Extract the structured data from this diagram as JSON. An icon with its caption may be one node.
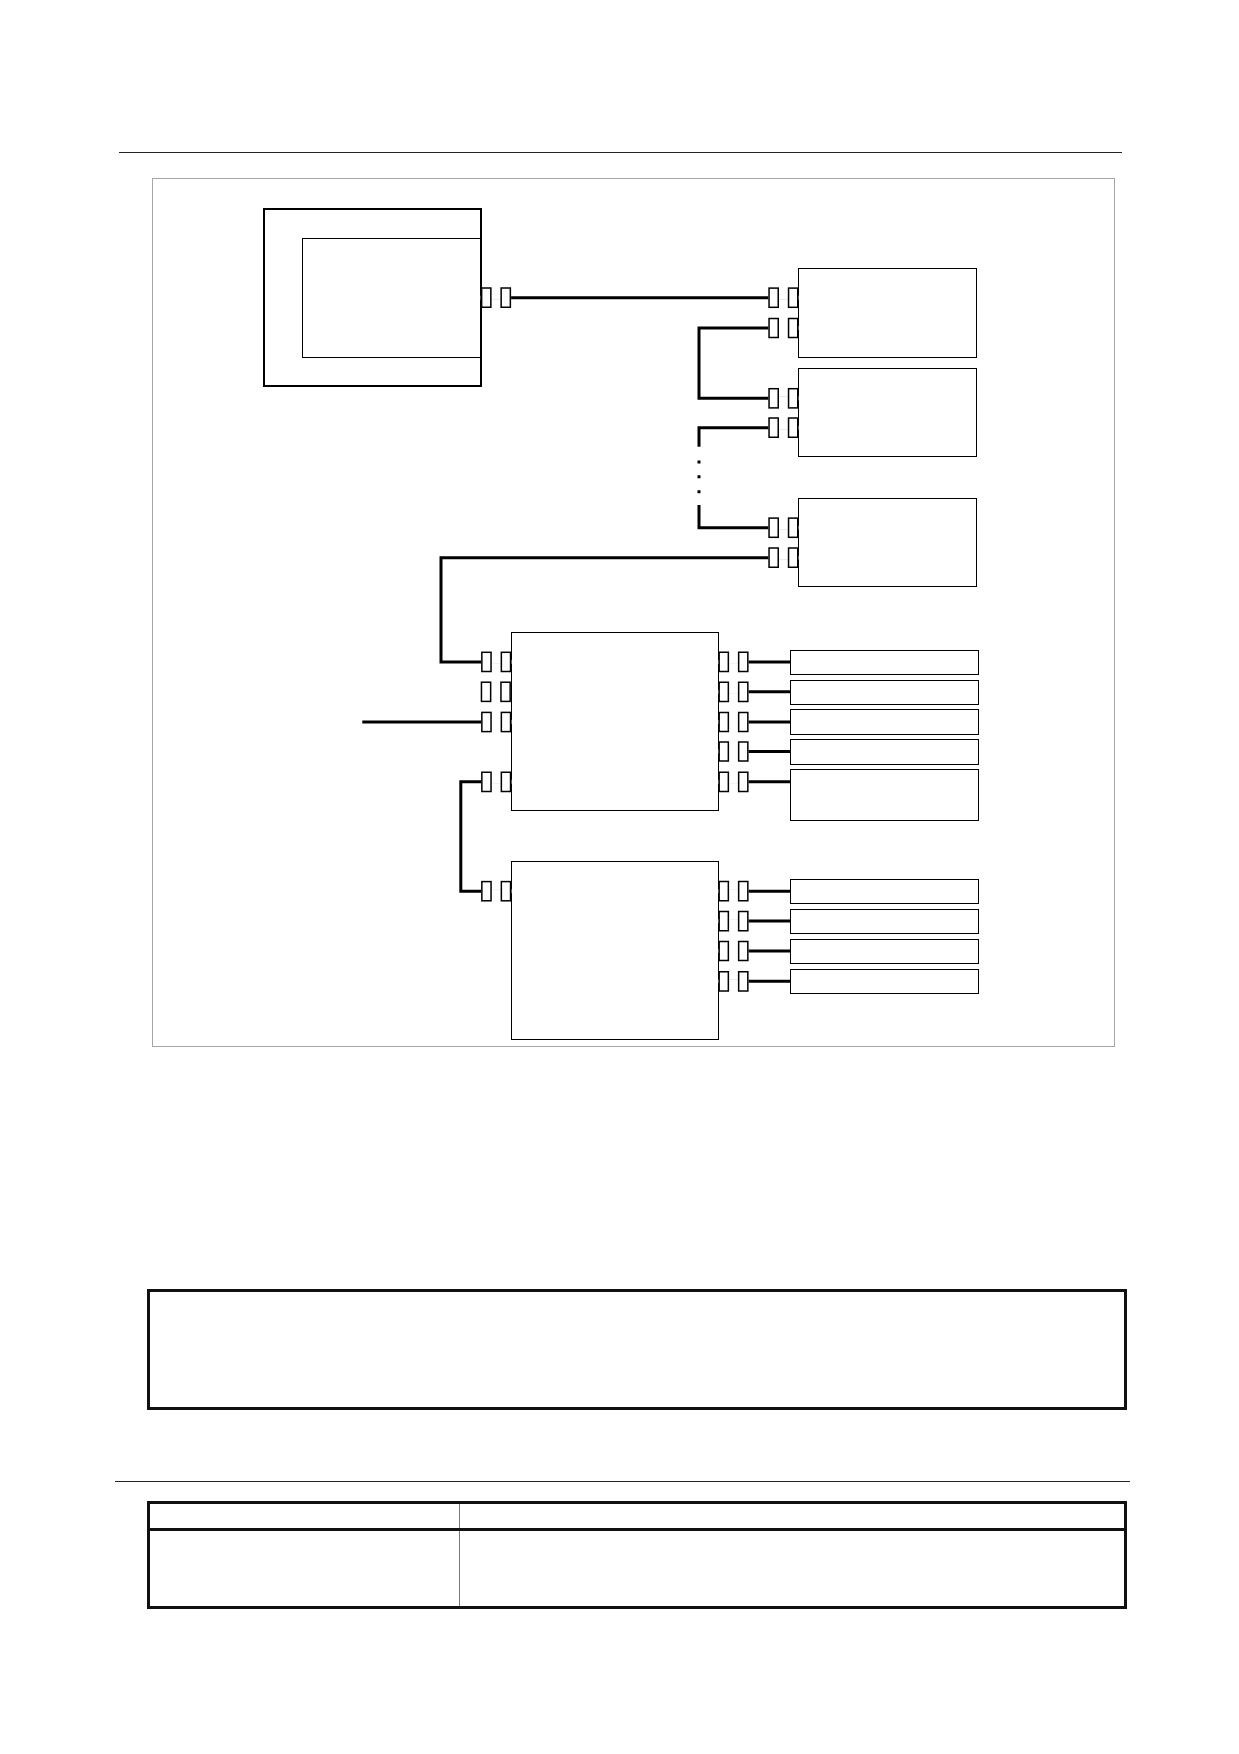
{
  "diagram": {
    "nodes": [
      {
        "text": [],
        "shape": "box"
      },
      {
        "text": [],
        "shape": "box",
        "in": 0
      },
      {
        "text": [],
        "shape": "box"
      },
      {
        "text": [],
        "shape": "box"
      },
      {
        "text": [],
        "shape": "box"
      },
      {
        "text": [],
        "shape": "box"
      },
      {
        "text": [],
        "shape": "box"
      },
      {
        "text": [],
        "shape": "box"
      },
      {
        "text": [],
        "shape": "box"
      },
      {
        "text": [],
        "shape": "box"
      },
      {
        "text": [],
        "shape": "box"
      },
      {
        "text": [],
        "shape": "box"
      },
      {
        "text": [],
        "shape": "box"
      },
      {
        "text": [],
        "shape": "box"
      },
      {
        "text": [],
        "shape": "box"
      },
      {
        "text": [],
        "shape": "box"
      }
    ],
    "edges": [
      {
        "from": 0,
        "to": 2,
        "arrow": "other"
      },
      {
        "from": 2,
        "to": 3,
        "arrow": "other"
      },
      {
        "from": 3,
        "to": 4,
        "arrow": "other",
        "style": "dashed"
      },
      {
        "from": 4,
        "to": 5,
        "arrow": "other"
      },
      {
        "from": null,
        "to": 5,
        "arrow": "other"
      },
      {
        "from": 5,
        "to": 11,
        "arrow": "other"
      },
      {
        "from": 5,
        "to": 6,
        "arrow": "other"
      },
      {
        "from": 5,
        "to": 7,
        "arrow": "other"
      },
      {
        "from": 5,
        "to": 8,
        "arrow": "other"
      },
      {
        "from": 5,
        "to": 9,
        "arrow": "other"
      },
      {
        "from": 5,
        "to": 10,
        "arrow": "other"
      },
      {
        "from": 11,
        "to": 12,
        "arrow": "other"
      },
      {
        "from": 11,
        "to": 13,
        "arrow": "other"
      },
      {
        "from": 11,
        "to": 14,
        "arrow": "other"
      },
      {
        "from": 11,
        "to": 15,
        "arrow": "other"
      }
    ]
  }
}
